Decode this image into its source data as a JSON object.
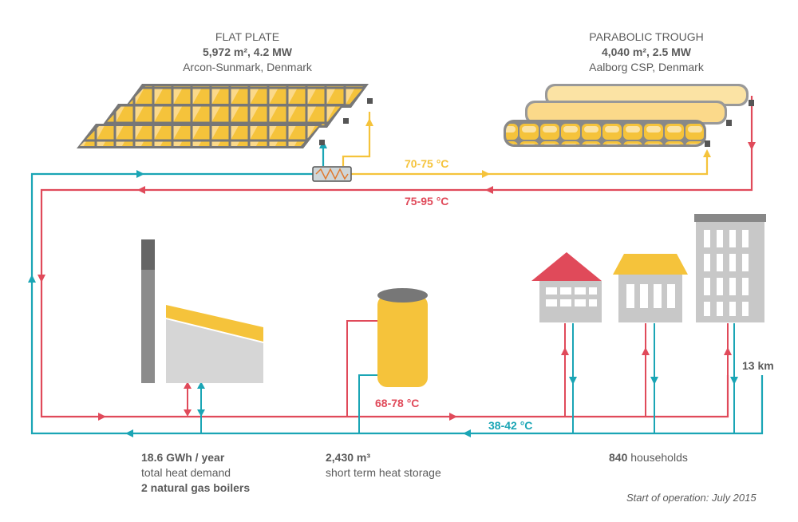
{
  "flat_plate": {
    "title": "FLAT PLATE",
    "specs": "5,972 m², 4.2 MW",
    "supplier": "Arcon-Sunmark, Denmark"
  },
  "parabolic_trough": {
    "title": "PARABOLIC TROUGH",
    "specs": "4,040 m², 2.5 MW",
    "supplier": "Aalborg CSP, Denmark"
  },
  "temperatures": {
    "solar_loop": "70-75 °C",
    "supply": "75-95 °C",
    "storage": "68-78 °C",
    "return": "38-42 °C"
  },
  "plant": {
    "demand_value": "18.6 GWh / year",
    "demand_label": "total heat demand",
    "boilers": "2 natural gas boilers"
  },
  "storage": {
    "volume": "2,430 m³",
    "label": "short term heat storage"
  },
  "consumers": {
    "count": "840",
    "label": "households",
    "pipe_length": "13 km"
  },
  "footer": "Start of operation: July 2015",
  "colors": {
    "supply_red": "#e04a5a",
    "return_teal": "#1aa5b5",
    "solar_yellow": "#f5c33b",
    "grey": "#bfbfbf",
    "dark_grey": "#7a7a7a",
    "roof_red": "#e04a5a",
    "roof_yellow": "#f5c33b"
  }
}
